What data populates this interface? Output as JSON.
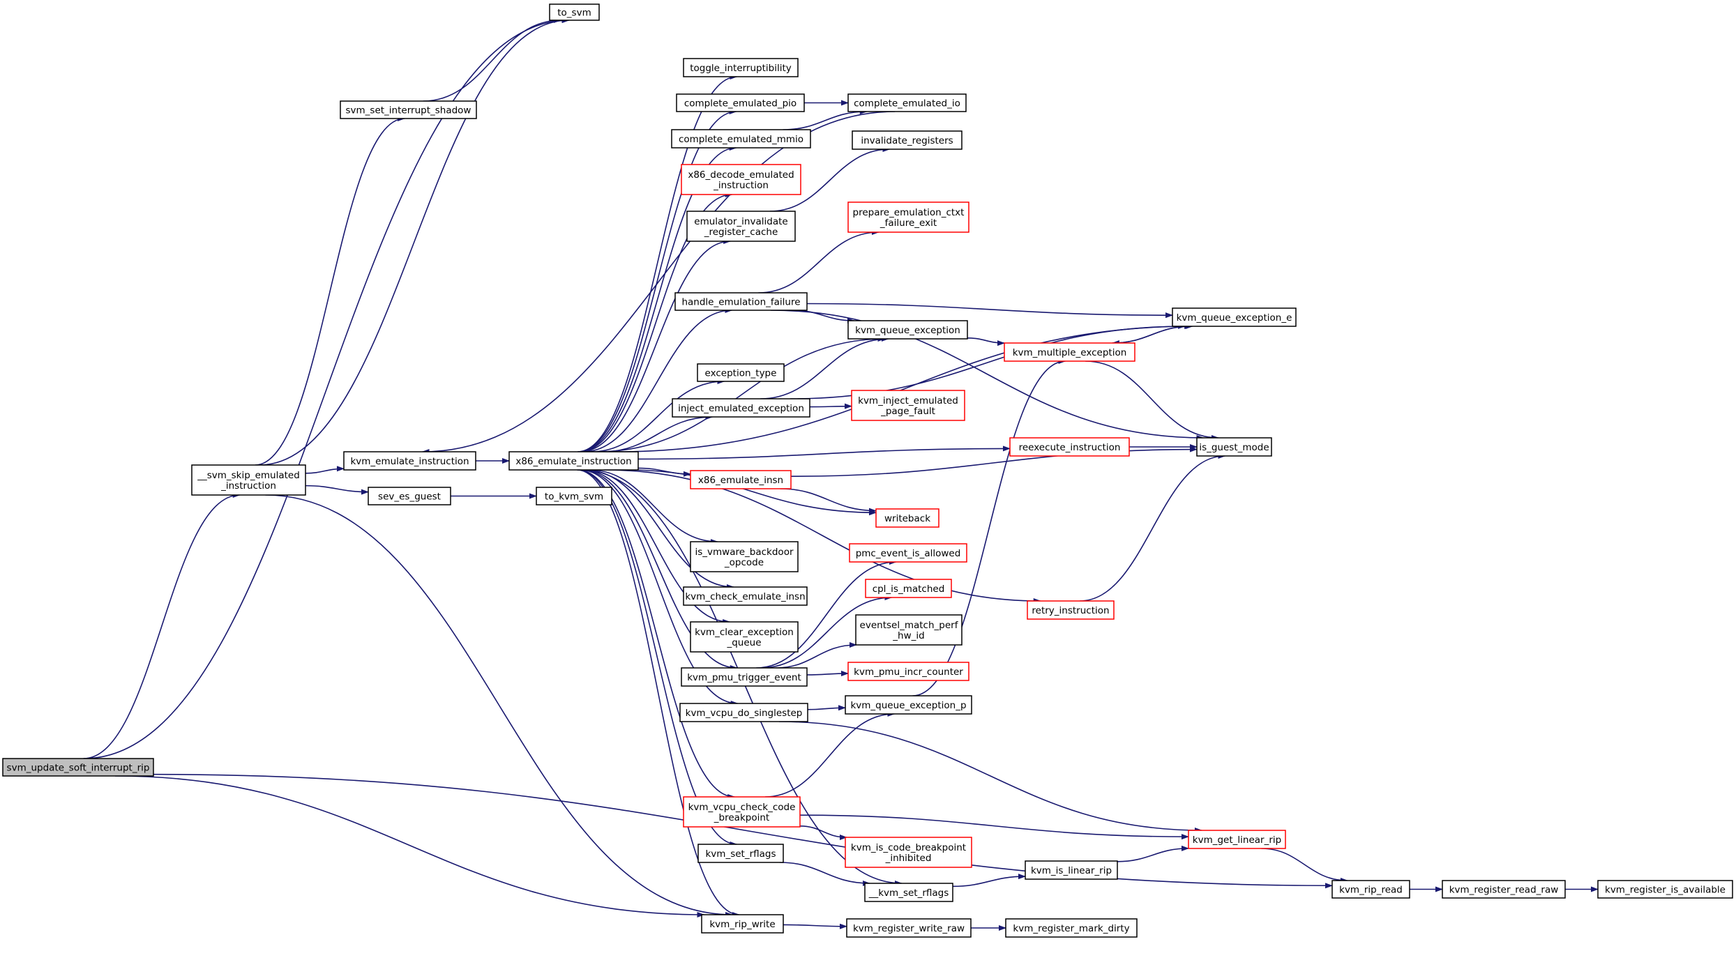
{
  "graph": {
    "nodes": [
      {
        "id": "svm_update_soft_interrupt_rip",
        "lines": [
          "svm_update_soft_interrupt_rip"
        ],
        "style": "root"
      },
      {
        "id": "to_svm",
        "lines": [
          "to_svm"
        ],
        "style": "normal"
      },
      {
        "id": "svm_set_interrupt_shadow",
        "lines": [
          "svm_set_interrupt_shadow"
        ],
        "style": "normal"
      },
      {
        "id": "svm_skip_emulated_instruction",
        "lines": [
          "__svm_skip_emulated",
          "_instruction"
        ],
        "style": "normal"
      },
      {
        "id": "kvm_emulate_instruction",
        "lines": [
          "kvm_emulate_instruction"
        ],
        "style": "normal"
      },
      {
        "id": "sev_es_guest",
        "lines": [
          "sev_es_guest"
        ],
        "style": "normal"
      },
      {
        "id": "to_kvm_svm",
        "lines": [
          "to_kvm_svm"
        ],
        "style": "normal"
      },
      {
        "id": "x86_emulate_instruction",
        "lines": [
          "x86_emulate_instruction"
        ],
        "style": "normal"
      },
      {
        "id": "toggle_interruptibility",
        "lines": [
          "toggle_interruptibility"
        ],
        "style": "normal"
      },
      {
        "id": "complete_emulated_pio",
        "lines": [
          "complete_emulated_pio"
        ],
        "style": "normal"
      },
      {
        "id": "complete_emulated_io",
        "lines": [
          "complete_emulated_io"
        ],
        "style": "normal"
      },
      {
        "id": "complete_emulated_mmio",
        "lines": [
          "complete_emulated_mmio"
        ],
        "style": "normal"
      },
      {
        "id": "invalidate_registers",
        "lines": [
          "invalidate_registers"
        ],
        "style": "normal"
      },
      {
        "id": "x86_decode_emulated_instruction",
        "lines": [
          "x86_decode_emulated",
          "_instruction"
        ],
        "style": "red"
      },
      {
        "id": "emulator_invalidate_register_cache",
        "lines": [
          "emulator_invalidate",
          "_register_cache"
        ],
        "style": "normal"
      },
      {
        "id": "prepare_emulation_ctxt_failure_exit",
        "lines": [
          "prepare_emulation_ctxt",
          "_failure_exit"
        ],
        "style": "red"
      },
      {
        "id": "handle_emulation_failure",
        "lines": [
          "handle_emulation_failure"
        ],
        "style": "normal"
      },
      {
        "id": "kvm_queue_exception_e",
        "lines": [
          "kvm_queue_exception_e"
        ],
        "style": "normal"
      },
      {
        "id": "kvm_queue_exception",
        "lines": [
          "kvm_queue_exception"
        ],
        "style": "normal"
      },
      {
        "id": "kvm_multiple_exception",
        "lines": [
          "kvm_multiple_exception"
        ],
        "style": "red"
      },
      {
        "id": "exception_type",
        "lines": [
          "exception_type"
        ],
        "style": "normal"
      },
      {
        "id": "inject_emulated_exception",
        "lines": [
          "inject_emulated_exception"
        ],
        "style": "normal"
      },
      {
        "id": "kvm_inject_emulated_page_fault",
        "lines": [
          "kvm_inject_emulated",
          "_page_fault"
        ],
        "style": "red"
      },
      {
        "id": "reexecute_instruction",
        "lines": [
          "reexecute_instruction"
        ],
        "style": "red"
      },
      {
        "id": "is_guest_mode",
        "lines": [
          "is_guest_mode"
        ],
        "style": "normal"
      },
      {
        "id": "x86_emulate_insn",
        "lines": [
          "x86_emulate_insn"
        ],
        "style": "red"
      },
      {
        "id": "writeback",
        "lines": [
          "writeback"
        ],
        "style": "red"
      },
      {
        "id": "is_vmware_backdoor_opcode",
        "lines": [
          "is_vmware_backdoor",
          "_opcode"
        ],
        "style": "normal"
      },
      {
        "id": "pmc_event_is_allowed",
        "lines": [
          "pmc_event_is_allowed"
        ],
        "style": "red"
      },
      {
        "id": "cpl_is_matched",
        "lines": [
          "cpl_is_matched"
        ],
        "style": "red"
      },
      {
        "id": "kvm_check_emulate_insn",
        "lines": [
          "kvm_check_emulate_insn"
        ],
        "style": "normal"
      },
      {
        "id": "retry_instruction",
        "lines": [
          "retry_instruction"
        ],
        "style": "red"
      },
      {
        "id": "kvm_clear_exception_queue",
        "lines": [
          "kvm_clear_exception",
          "_queue"
        ],
        "style": "normal"
      },
      {
        "id": "eventsel_match_perf_hw_id",
        "lines": [
          "eventsel_match_perf",
          "_hw_id"
        ],
        "style": "normal"
      },
      {
        "id": "kvm_pmu_trigger_event",
        "lines": [
          "kvm_pmu_trigger_event"
        ],
        "style": "normal"
      },
      {
        "id": "kvm_pmu_incr_counter",
        "lines": [
          "kvm_pmu_incr_counter"
        ],
        "style": "red"
      },
      {
        "id": "kvm_vcpu_do_singlestep",
        "lines": [
          "kvm_vcpu_do_singlestep"
        ],
        "style": "normal"
      },
      {
        "id": "kvm_queue_exception_p",
        "lines": [
          "kvm_queue_exception_p"
        ],
        "style": "normal"
      },
      {
        "id": "kvm_vcpu_check_code_breakpoint",
        "lines": [
          "kvm_vcpu_check_code",
          "_breakpoint"
        ],
        "style": "red"
      },
      {
        "id": "kvm_get_linear_rip",
        "lines": [
          "kvm_get_linear_rip"
        ],
        "style": "red"
      },
      {
        "id": "kvm_is_code_breakpoint_inhibited",
        "lines": [
          "kvm_is_code_breakpoint",
          "_inhibited"
        ],
        "style": "red"
      },
      {
        "id": "kvm_set_rflags",
        "lines": [
          "kvm_set_rflags"
        ],
        "style": "normal"
      },
      {
        "id": "kvm_is_linear_rip",
        "lines": [
          "kvm_is_linear_rip"
        ],
        "style": "normal"
      },
      {
        "id": "kvm_rip_read",
        "lines": [
          "kvm_rip_read"
        ],
        "style": "normal"
      },
      {
        "id": "kvm_register_read_raw",
        "lines": [
          "kvm_register_read_raw"
        ],
        "style": "normal"
      },
      {
        "id": "kvm_register_is_available",
        "lines": [
          "kvm_register_is_available"
        ],
        "style": "normal"
      },
      {
        "id": "__kvm_set_rflags",
        "lines": [
          "__kvm_set_rflags"
        ],
        "style": "normal"
      },
      {
        "id": "kvm_rip_write",
        "lines": [
          "kvm_rip_write"
        ],
        "style": "normal"
      },
      {
        "id": "kvm_register_write_raw",
        "lines": [
          "kvm_register_write_raw"
        ],
        "style": "normal"
      },
      {
        "id": "kvm_register_mark_dirty",
        "lines": [
          "kvm_register_mark_dirty"
        ],
        "style": "normal"
      }
    ],
    "edges": [
      [
        "svm_update_soft_interrupt_rip",
        "to_svm"
      ],
      [
        "svm_update_soft_interrupt_rip",
        "svm_skip_emulated_instruction"
      ],
      [
        "svm_update_soft_interrupt_rip",
        "kvm_rip_write"
      ],
      [
        "svm_update_soft_interrupt_rip",
        "kvm_rip_read"
      ],
      [
        "svm_set_interrupt_shadow",
        "to_svm"
      ],
      [
        "svm_skip_emulated_instruction",
        "to_svm"
      ],
      [
        "svm_skip_emulated_instruction",
        "svm_set_interrupt_shadow"
      ],
      [
        "svm_skip_emulated_instruction",
        "kvm_emulate_instruction"
      ],
      [
        "svm_skip_emulated_instruction",
        "sev_es_guest"
      ],
      [
        "svm_skip_emulated_instruction",
        "kvm_rip_write"
      ],
      [
        "kvm_emulate_instruction",
        "x86_emulate_instruction"
      ],
      [
        "sev_es_guest",
        "to_kvm_svm"
      ],
      [
        "complete_emulated_io",
        "kvm_emulate_instruction"
      ],
      [
        "x86_emulate_instruction",
        "toggle_interruptibility"
      ],
      [
        "x86_emulate_instruction",
        "complete_emulated_pio"
      ],
      [
        "x86_emulate_instruction",
        "complete_emulated_mmio"
      ],
      [
        "x86_emulate_instruction",
        "x86_decode_emulated_instruction"
      ],
      [
        "x86_emulate_instruction",
        "emulator_invalidate_register_cache"
      ],
      [
        "x86_emulate_instruction",
        "handle_emulation_failure"
      ],
      [
        "x86_emulate_instruction",
        "kvm_queue_exception"
      ],
      [
        "x86_emulate_instruction",
        "kvm_queue_exception_e"
      ],
      [
        "x86_emulate_instruction",
        "exception_type"
      ],
      [
        "x86_emulate_instruction",
        "inject_emulated_exception"
      ],
      [
        "x86_emulate_instruction",
        "reexecute_instruction"
      ],
      [
        "x86_emulate_instruction",
        "x86_emulate_insn"
      ],
      [
        "x86_emulate_instruction",
        "writeback"
      ],
      [
        "x86_emulate_instruction",
        "is_vmware_backdoor_opcode"
      ],
      [
        "x86_emulate_instruction",
        "kvm_check_emulate_insn"
      ],
      [
        "x86_emulate_instruction",
        "kvm_clear_exception_queue"
      ],
      [
        "x86_emulate_instruction",
        "kvm_pmu_trigger_event"
      ],
      [
        "x86_emulate_instruction",
        "kvm_vcpu_do_singlestep"
      ],
      [
        "x86_emulate_instruction",
        "retry_instruction"
      ],
      [
        "x86_emulate_instruction",
        "kvm_vcpu_check_code_breakpoint"
      ],
      [
        "x86_emulate_instruction",
        "kvm_set_rflags"
      ],
      [
        "x86_emulate_instruction",
        "__kvm_set_rflags"
      ],
      [
        "x86_emulate_instruction",
        "kvm_rip_write"
      ],
      [
        "complete_emulated_pio",
        "complete_emulated_io"
      ],
      [
        "complete_emulated_mmio",
        "complete_emulated_io"
      ],
      [
        "emulator_invalidate_register_cache",
        "invalidate_registers"
      ],
      [
        "handle_emulation_failure",
        "prepare_emulation_ctxt_failure_exit"
      ],
      [
        "handle_emulation_failure",
        "kvm_queue_exception"
      ],
      [
        "handle_emulation_failure",
        "kvm_queue_exception_e"
      ],
      [
        "handle_emulation_failure",
        "is_guest_mode"
      ],
      [
        "kvm_queue_exception",
        "kvm_multiple_exception"
      ],
      [
        "kvm_queue_exception_e",
        "kvm_multiple_exception"
      ],
      [
        "kvm_multiple_exception",
        "kvm_queue_exception_e"
      ],
      [
        "kvm_multiple_exception",
        "is_guest_mode"
      ],
      [
        "inject_emulated_exception",
        "kvm_queue_exception"
      ],
      [
        "inject_emulated_exception",
        "kvm_queue_exception_e"
      ],
      [
        "inject_emulated_exception",
        "kvm_inject_emulated_page_fault"
      ],
      [
        "reexecute_instruction",
        "is_guest_mode"
      ],
      [
        "x86_emulate_insn",
        "is_guest_mode"
      ],
      [
        "x86_emulate_insn",
        "writeback"
      ],
      [
        "retry_instruction",
        "is_guest_mode"
      ],
      [
        "kvm_pmu_trigger_event",
        "pmc_event_is_allowed"
      ],
      [
        "kvm_pmu_trigger_event",
        "cpl_is_matched"
      ],
      [
        "kvm_pmu_trigger_event",
        "eventsel_match_perf_hw_id"
      ],
      [
        "kvm_pmu_trigger_event",
        "kvm_pmu_incr_counter"
      ],
      [
        "kvm_vcpu_do_singlestep",
        "kvm_queue_exception_p"
      ],
      [
        "kvm_vcpu_do_singlestep",
        "kvm_get_linear_rip"
      ],
      [
        "kvm_queue_exception_p",
        "kvm_multiple_exception"
      ],
      [
        "kvm_vcpu_check_code_breakpoint",
        "kvm_queue_exception_p"
      ],
      [
        "kvm_vcpu_check_code_breakpoint",
        "kvm_get_linear_rip"
      ],
      [
        "kvm_vcpu_check_code_breakpoint",
        "kvm_is_code_breakpoint_inhibited"
      ],
      [
        "kvm_set_rflags",
        "__kvm_set_rflags"
      ],
      [
        "__kvm_set_rflags",
        "kvm_is_linear_rip"
      ],
      [
        "kvm_is_linear_rip",
        "kvm_get_linear_rip"
      ],
      [
        "kvm_get_linear_rip",
        "kvm_rip_read"
      ],
      [
        "kvm_rip_read",
        "kvm_register_read_raw"
      ],
      [
        "kvm_register_read_raw",
        "kvm_register_is_available"
      ],
      [
        "kvm_rip_write",
        "kvm_register_write_raw"
      ],
      [
        "kvm_register_write_raw",
        "kvm_register_mark_dirty"
      ]
    ]
  }
}
